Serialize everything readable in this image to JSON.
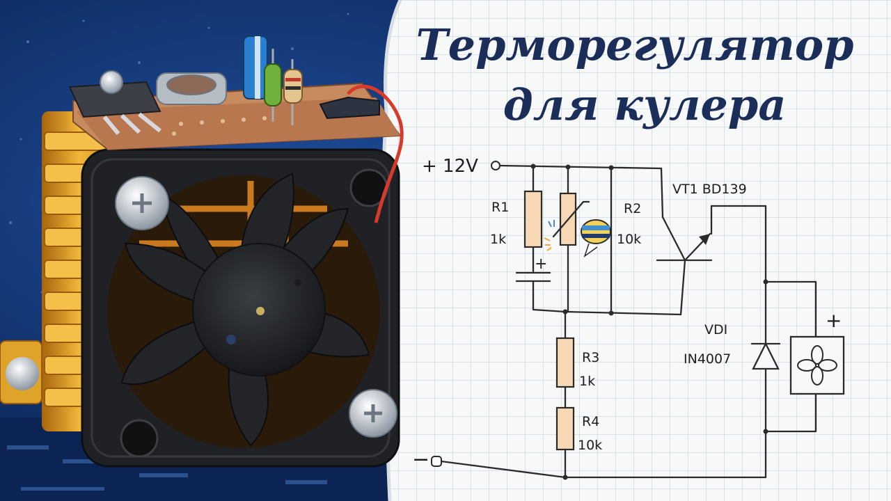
{
  "title": {
    "line1": "Терморегулятор",
    "line2": "для кулера"
  },
  "schematic": {
    "supply_plus": "+ 12V",
    "supply_minus": "−",
    "capacitor_plus": "+",
    "fan_plus": "+",
    "r1": {
      "ref": "R1",
      "value": "1k"
    },
    "r2": {
      "ref": "R2",
      "value": "10k"
    },
    "r3": {
      "ref": "R3",
      "value": "1k"
    },
    "r4": {
      "ref": "R4",
      "value": "10k"
    },
    "transistor": "VT1 BD139",
    "diode": {
      "ref": "VDI",
      "value": "IN4007"
    }
  },
  "colors": {
    "background": "#0c2c63",
    "title": "#1b2e5a",
    "paper": "#f7f8f8",
    "grid": "#b9c6d6",
    "heatsink": "#e3a31b",
    "fan": "#1f2124",
    "pcb": "#b9774f"
  }
}
